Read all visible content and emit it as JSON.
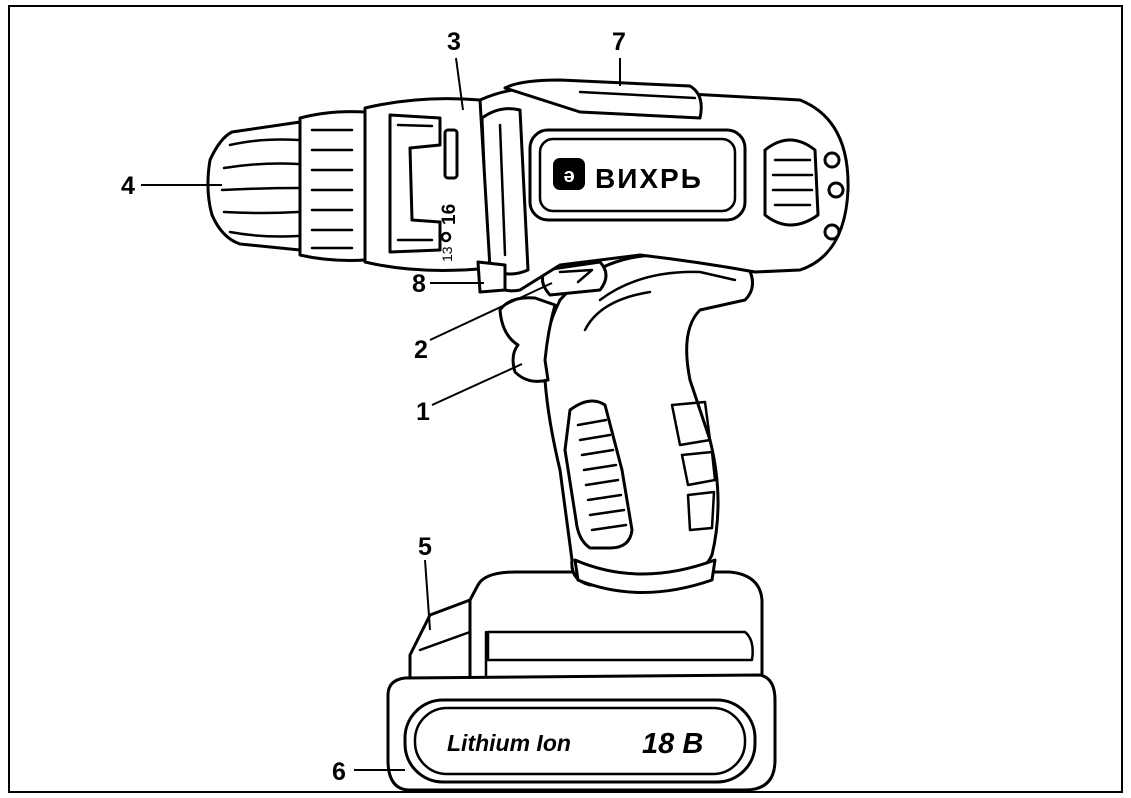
{
  "brand": {
    "logo_text": "ВИХРЬ"
  },
  "chuck_scale": {
    "mark_13": "13",
    "mark_16": "16"
  },
  "battery": {
    "chemistry": "Lithium Ion",
    "voltage": "18 В"
  },
  "callouts": {
    "c1": "1",
    "c2": "2",
    "c3": "3",
    "c4": "4",
    "c5": "5",
    "c6": "6",
    "c7": "7",
    "c8": "8"
  }
}
